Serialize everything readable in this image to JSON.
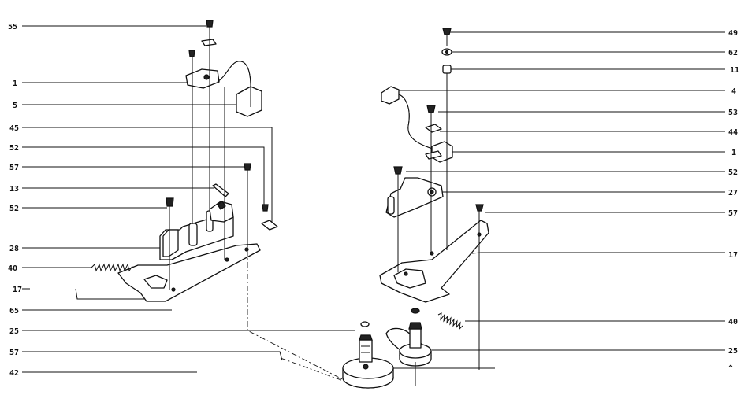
{
  "callouts_left": [
    {
      "id": "l1",
      "text": "55"
    },
    {
      "id": "l2",
      "text": "1"
    },
    {
      "id": "l3",
      "text": "5"
    },
    {
      "id": "l4",
      "text": "45"
    },
    {
      "id": "l5",
      "text": "52"
    },
    {
      "id": "l6",
      "text": "57"
    },
    {
      "id": "l7",
      "text": "13"
    },
    {
      "id": "l8",
      "text": "52"
    },
    {
      "id": "l9",
      "text": "28"
    },
    {
      "id": "l10",
      "text": "40"
    },
    {
      "id": "l11",
      "text": "17"
    },
    {
      "id": "l12",
      "text": "65"
    },
    {
      "id": "l13",
      "text": "25"
    },
    {
      "id": "l14",
      "text": "57"
    },
    {
      "id": "l15",
      "text": "42"
    }
  ],
  "callouts_right": [
    {
      "id": "r1",
      "text": "49"
    },
    {
      "id": "r2",
      "text": "62"
    },
    {
      "id": "r3",
      "text": "11"
    },
    {
      "id": "r4",
      "text": "4"
    },
    {
      "id": "r5",
      "text": "53"
    },
    {
      "id": "r6",
      "text": "44"
    },
    {
      "id": "r7",
      "text": "1"
    },
    {
      "id": "r8",
      "text": "52"
    },
    {
      "id": "r9",
      "text": "27"
    },
    {
      "id": "r10",
      "text": "57"
    },
    {
      "id": "r11",
      "text": "17"
    },
    {
      "id": "r12",
      "text": "40"
    },
    {
      "id": "r13",
      "text": "25"
    }
  ]
}
